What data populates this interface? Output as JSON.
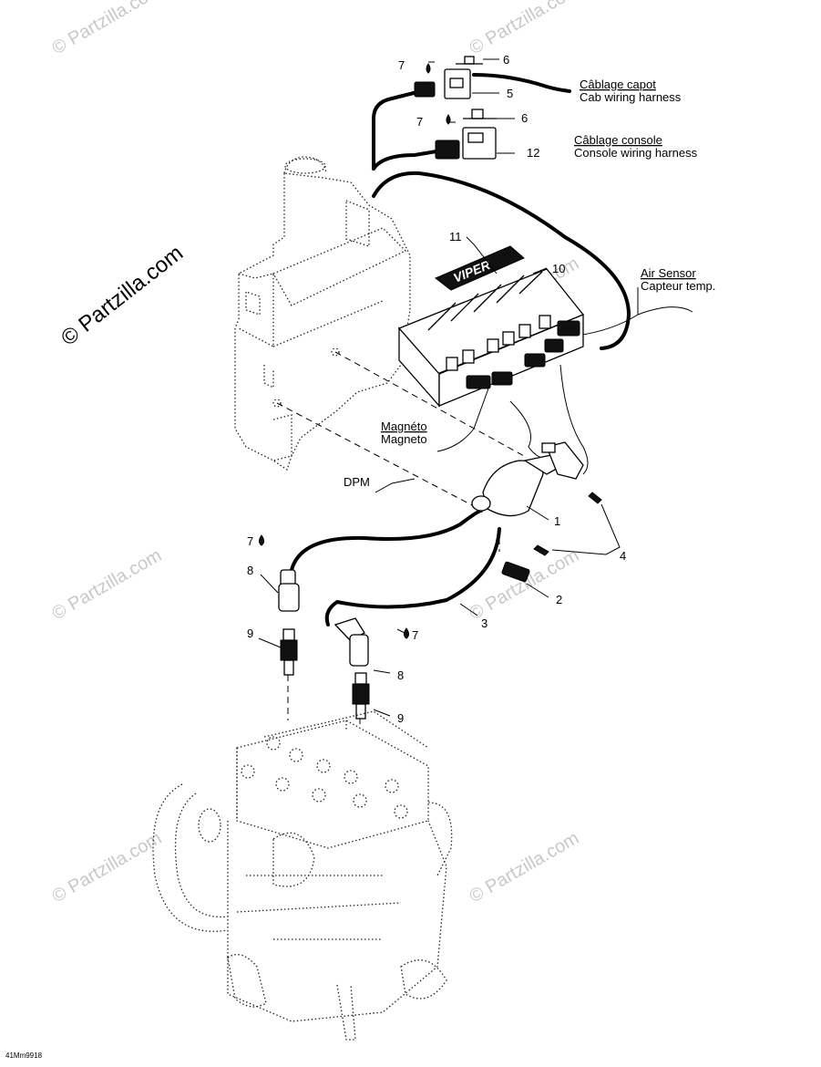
{
  "watermark": "© Partzilla.com",
  "main_watermark": "© Partzilla.com",
  "callouts": {
    "c1": "1",
    "c2": "2",
    "c3": "3",
    "c4": "4",
    "c5": "5",
    "c6a": "6",
    "c6b": "6",
    "c7a": "7",
    "c7b": "7",
    "c7c": "7",
    "c7d": "7",
    "c8a": "8",
    "c8b": "8",
    "c9a": "9",
    "c9b": "9",
    "c10": "10",
    "c11": "11",
    "c12": "12"
  },
  "labels": {
    "cab_fr": "Câblage capot",
    "cab_en": "Cab wiring harness",
    "console_fr": "Câblage console",
    "console_en": "Console wiring harness",
    "air_en": "Air Sensor",
    "air_fr": "Capteur temp.",
    "magneto_fr": "Magnéto",
    "magneto_en": "Magneto",
    "dpm": "DPM"
  },
  "module_brand": "VIPER",
  "figure_ref": "41Mm9918"
}
